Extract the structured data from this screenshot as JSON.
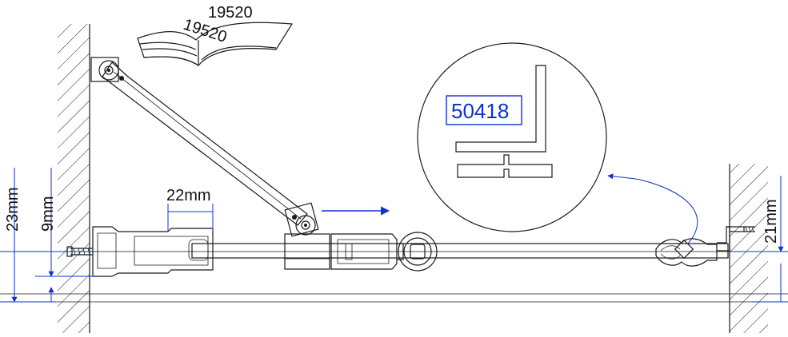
{
  "labels": {
    "manual_code": "19520",
    "book_code": "19520",
    "detail_code": "50418",
    "dim_gap": "22mm",
    "dim_left_outer": "23mm",
    "dim_left_inner": "9mm",
    "dim_right": "21mm"
  },
  "colors": {
    "line": "#1a1a1a",
    "accent": "#1030d0",
    "background": "#ffffff"
  },
  "icons": {
    "manual": "open-book-icon",
    "direction": "arrow-right-icon"
  }
}
